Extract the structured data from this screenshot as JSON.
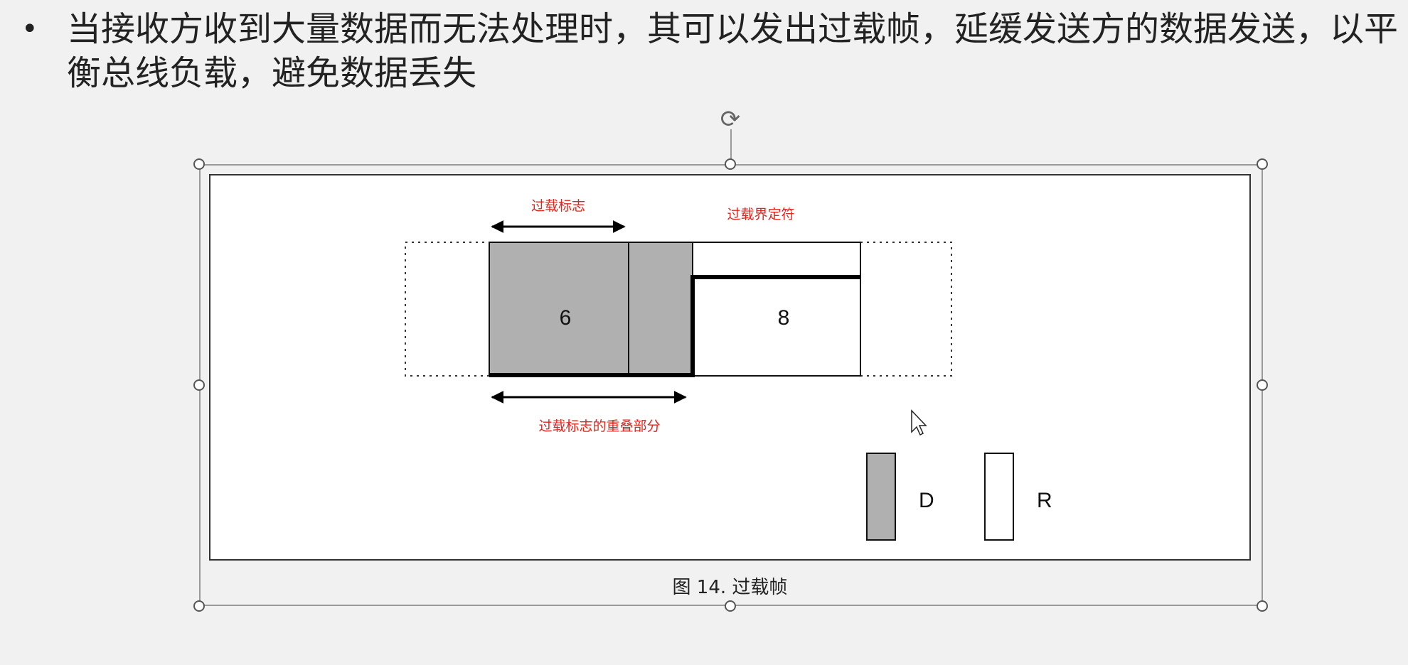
{
  "slide": {
    "bullet_marker": "•",
    "bullet_text": "当接收方收到大量数据而无法处理时，其可以发出过载帧，延缓发送方的数据发送，以平衡总线负载，避免数据丢失"
  },
  "figure": {
    "labels": {
      "overload_flag": "过载标志",
      "overload_delimiter": "过载界定符",
      "overlap": "过载标志的重叠部分",
      "field_6": "6",
      "field_8": "8"
    },
    "legend": [
      {
        "key": "D",
        "color": "#b0b0b0"
      },
      {
        "key": "R",
        "color": "#ffffff"
      }
    ],
    "caption": "图 14.   过载帧",
    "colors": {
      "dominant_fill": "#b0b0b0",
      "annotation_red": "#e0261f"
    }
  }
}
